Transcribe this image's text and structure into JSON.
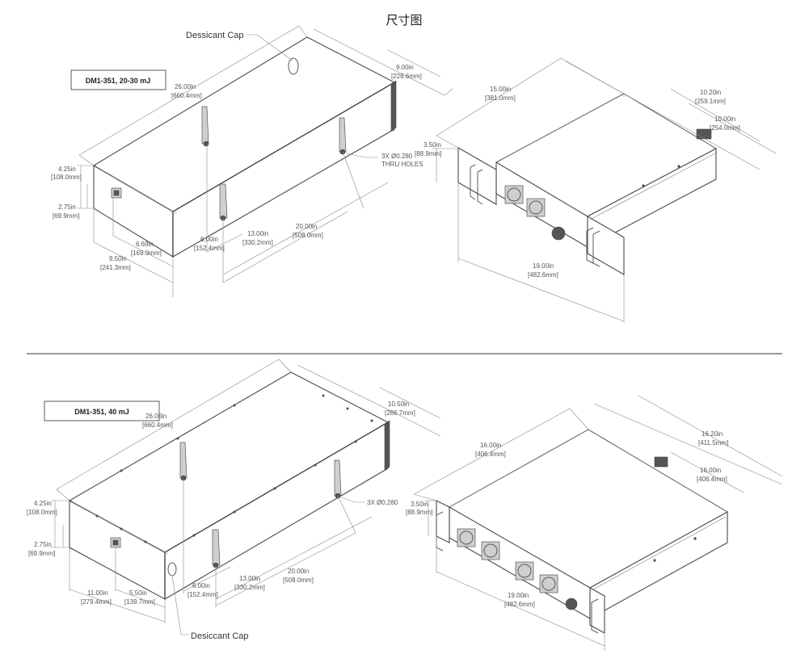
{
  "page": {
    "title": "尺寸图"
  },
  "top": {
    "model_label": "DM1-351, 20-30 mJ",
    "desiccant_label": "Dessicant Cap",
    "holes_note": [
      "3X  Ø0.280",
      "THRU HOLES"
    ],
    "dims": {
      "length": [
        "26.00in",
        "[660.4mm]"
      ],
      "depth": [
        "9.00in",
        "[228.6mm]"
      ],
      "height": [
        "4.25in",
        "[108.0mm]"
      ],
      "lower_height": [
        "2.75in",
        "[69.9mm]"
      ],
      "front_a": [
        "6.69in",
        "[169.9mm]"
      ],
      "front_b": [
        "9.50in",
        "[241.3mm]"
      ],
      "hole_a": [
        "6.00in",
        "[152.4mm]"
      ],
      "hole_b": [
        "13.00in",
        "[330.2mm]"
      ],
      "hole_c": [
        "20.00in",
        "[508.0mm]"
      ]
    },
    "rack": {
      "depth": [
        "15.00in",
        "[381.0mm]"
      ],
      "side_a": [
        "10.20in",
        "[259.1mm]"
      ],
      "side_b": [
        "10.00in",
        "[254.0mm]"
      ],
      "height": [
        "3.50in",
        "[88.9mm]"
      ],
      "width": [
        "19.00in",
        "[482.6mm]"
      ]
    }
  },
  "bottom": {
    "model_label": "DM1-351, 40 mJ",
    "desiccant_label": "Desiccant Cap",
    "holes_note": "3X  Ø0.280",
    "dims": {
      "length": [
        "26.00in",
        "[660.4mm]"
      ],
      "depth": [
        "10.50in",
        "[266.7mm]"
      ],
      "height": [
        "4.25in",
        "[108.0mm]"
      ],
      "lower_height": [
        "2.75in",
        "[69.9mm]"
      ],
      "front_a": [
        "11.00in",
        "[279.4mm]"
      ],
      "front_b": [
        "5.50in",
        "[139.7mm]"
      ],
      "hole_a": [
        "6.00in",
        "[152.4mm]"
      ],
      "hole_b": [
        "13.00in",
        "[330.2mm]"
      ],
      "hole_c": [
        "20.00in",
        "[508.0mm]"
      ]
    },
    "rack": {
      "depth": [
        "16.00in",
        "[406.4mm]"
      ],
      "side_a": [
        "16.20in",
        "[411.5mm]"
      ],
      "side_b": [
        "16.00in",
        "[406.4mm]"
      ],
      "height": [
        "3.50in",
        "[88.9mm]"
      ],
      "width": [
        "19.00in",
        "[482.6mm]"
      ]
    }
  }
}
